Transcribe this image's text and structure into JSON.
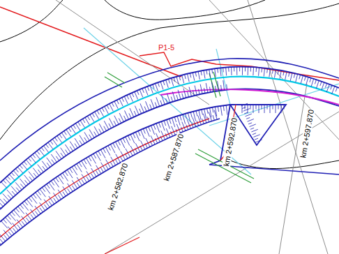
{
  "diagram": {
    "labels": [
      "P1-5",
      "km 2+582.870",
      "km 2+587.870",
      "km 2+592.870",
      "km 2+597.870"
    ]
  }
}
